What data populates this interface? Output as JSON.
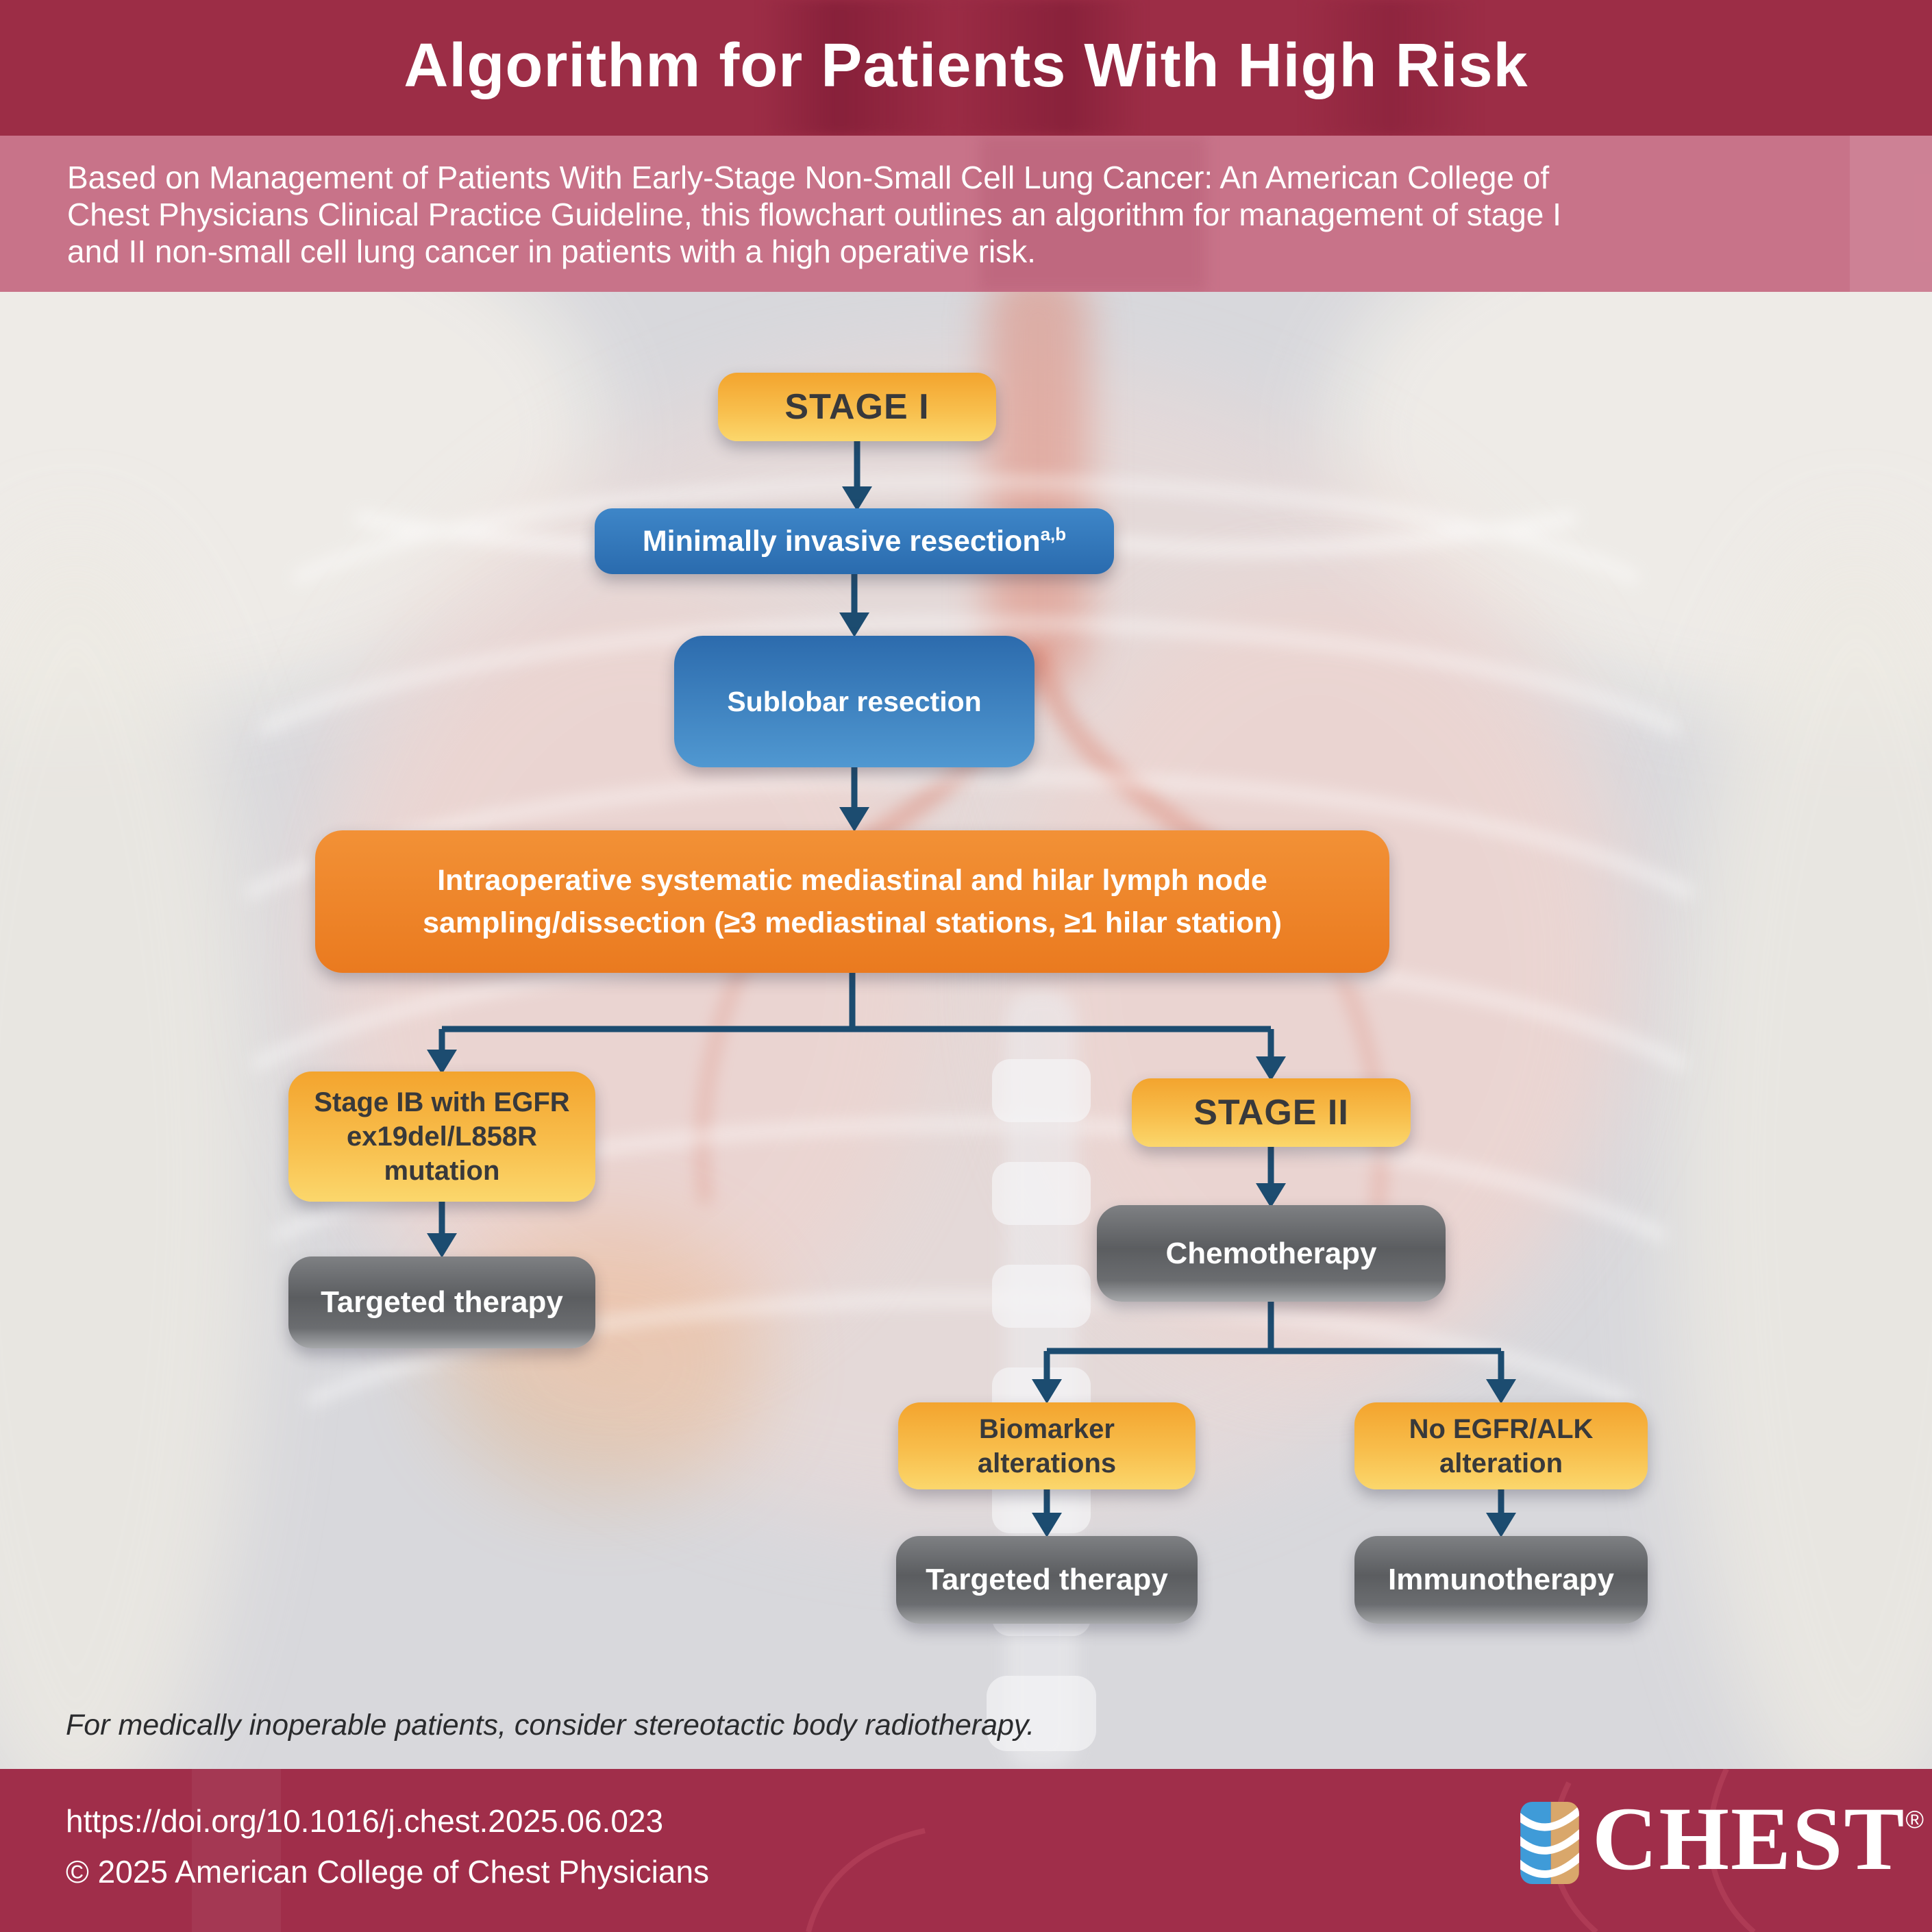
{
  "header": {
    "title": "Algorithm for Patients With High Risk",
    "subtitle_lines": [
      "Based on Management of Patients With Early-Stage Non-Small Cell Lung Cancer: An American College of",
      "Chest Physicians Clinical Practice Guideline, this flowchart outlines an algorithm for management of stage I",
      "and II non-small cell lung cancer in patients with a high operative risk."
    ]
  },
  "flowchart": {
    "stage1": {
      "label": "STAGE I"
    },
    "minimally_invasive": {
      "label": "Minimally invasive resection",
      "sup": "a,b"
    },
    "sublobar": {
      "label": "Sublobar resection"
    },
    "sampling": {
      "lines": [
        "Intraoperative systematic mediastinal and hilar lymph node",
        "sampling/dissection (≥3 mediastinal stations, ≥1 hilar station)"
      ]
    },
    "stage1b": {
      "lines": [
        "Stage IB with EGFR",
        "ex19del/L858R",
        "mutation"
      ]
    },
    "targeted_left": {
      "label": "Targeted therapy"
    },
    "stage2": {
      "label": "STAGE II"
    },
    "chemotherapy": {
      "label": "Chemotherapy"
    },
    "biomarker": {
      "lines": [
        "Biomarker",
        "alterations"
      ]
    },
    "no_egfr_alk": {
      "lines": [
        "No EGFR/ALK",
        "alteration"
      ]
    },
    "targeted_right": {
      "label": "Targeted therapy"
    },
    "immunotherapy": {
      "label": "Immunotherapy"
    }
  },
  "footnote": "For medically inoperable patients, consider stereotactic body radiotherapy.",
  "footer": {
    "doi": "https://doi.org/10.1016/j.chest.2025.06.023",
    "copyright": "© 2025 American College of Chest Physicians",
    "logo": {
      "text": "CHEST",
      "registered": "®"
    }
  },
  "colors": {
    "header_bg": "#9C2D46",
    "subtitle_bg": "#C87389",
    "body_bg": "#D8D8DC",
    "footer_bg": "#A02E4A",
    "yellow_top": "#F3A42E",
    "yellow_bottom": "#FBD76C",
    "blue": "#2F79BE",
    "orange_top": "#F29136",
    "orange_bottom": "#EA7A1F",
    "gray": "#5E6062",
    "arrow": "#1C4C70",
    "logo_blue": "#3F9BD8",
    "logo_tan": "#D9A76B"
  }
}
